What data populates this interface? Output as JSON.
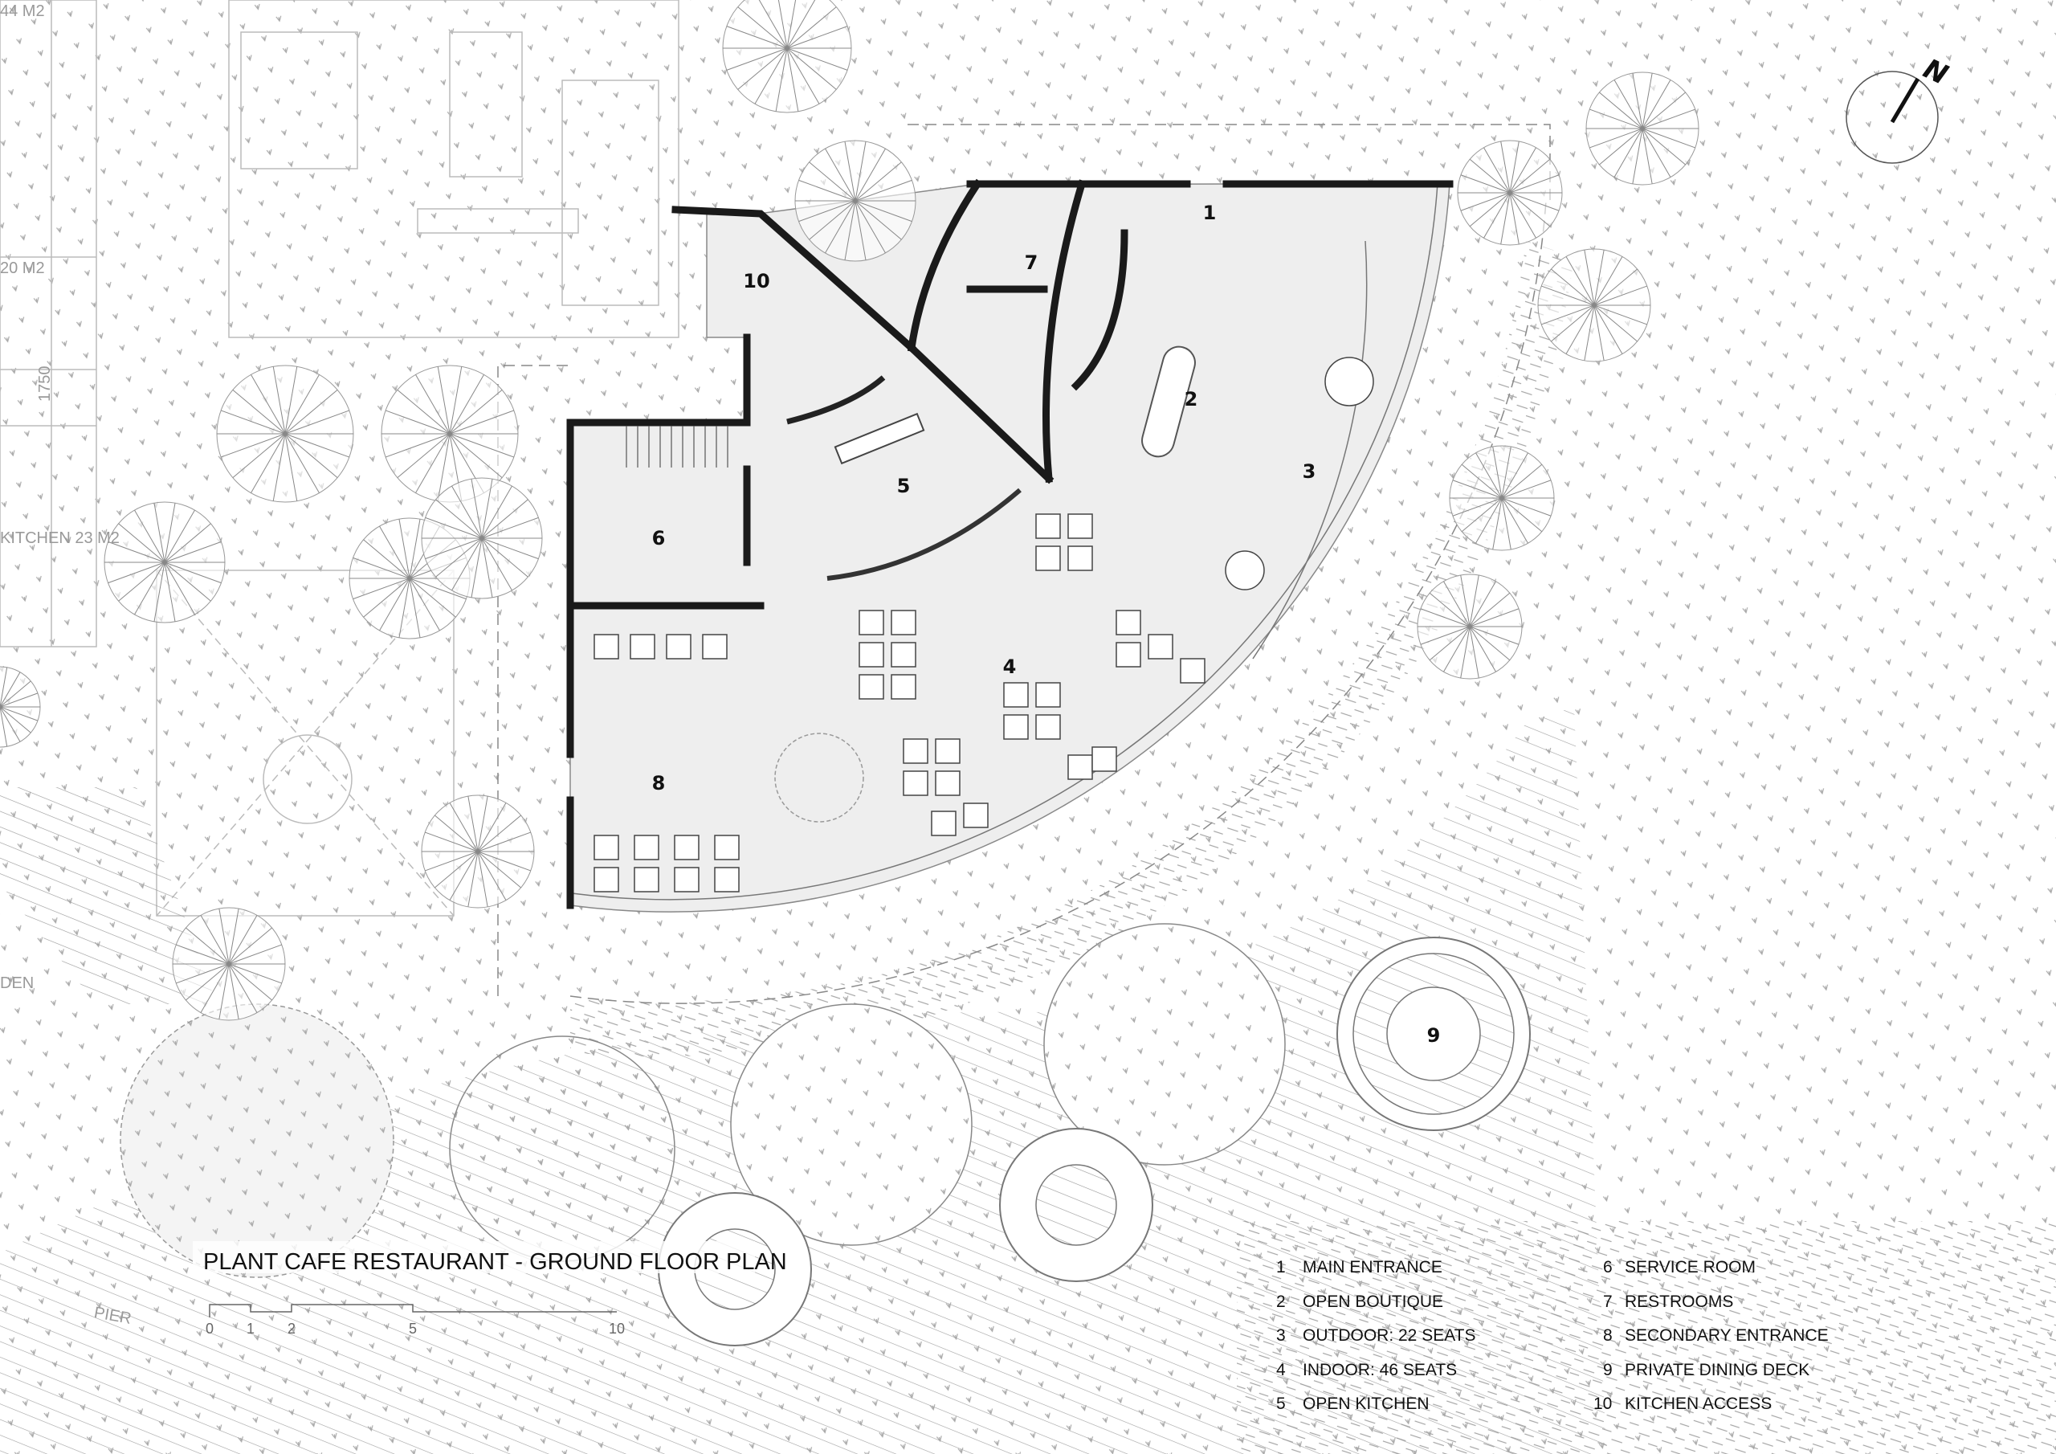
{
  "title": "PLANT CAFE RESTAURANT - GROUND FLOOR PLAN",
  "north_label": "N",
  "scale_bar": {
    "ticks": [
      "0",
      "1",
      "2",
      "5",
      "10"
    ]
  },
  "site_labels": {
    "pier": "PIER",
    "garden": "DEN"
  },
  "existing_building_labels": [
    "44 M2",
    "20 M2",
    "KITCHEN 23 M2",
    "1750"
  ],
  "room_numbers": [
    "1",
    "2",
    "3",
    "4",
    "5",
    "6",
    "7",
    "8",
    "9",
    "10"
  ],
  "legend": [
    {
      "num": "1",
      "label": "MAIN ENTRANCE"
    },
    {
      "num": "2",
      "label": "OPEN BOUTIQUE"
    },
    {
      "num": "3",
      "label": "OUTDOOR: 22 SEATS"
    },
    {
      "num": "4",
      "label": "INDOOR: 46 SEATS"
    },
    {
      "num": "5",
      "label": "OPEN KITCHEN"
    },
    {
      "num": "6",
      "label": "SERVICE ROOM"
    },
    {
      "num": "7",
      "label": "RESTROOMS"
    },
    {
      "num": "8",
      "label": "SECONDARY ENTRANCE"
    },
    {
      "num": "9",
      "label": "PRIVATE DINING DECK"
    },
    {
      "num": "10",
      "label": "KITCHEN ACCESS"
    }
  ],
  "colors": {
    "wall": "#1a1a1a",
    "floor": "#eeeeee",
    "hatch": "#9a9a9a",
    "background": "#ffffff"
  }
}
